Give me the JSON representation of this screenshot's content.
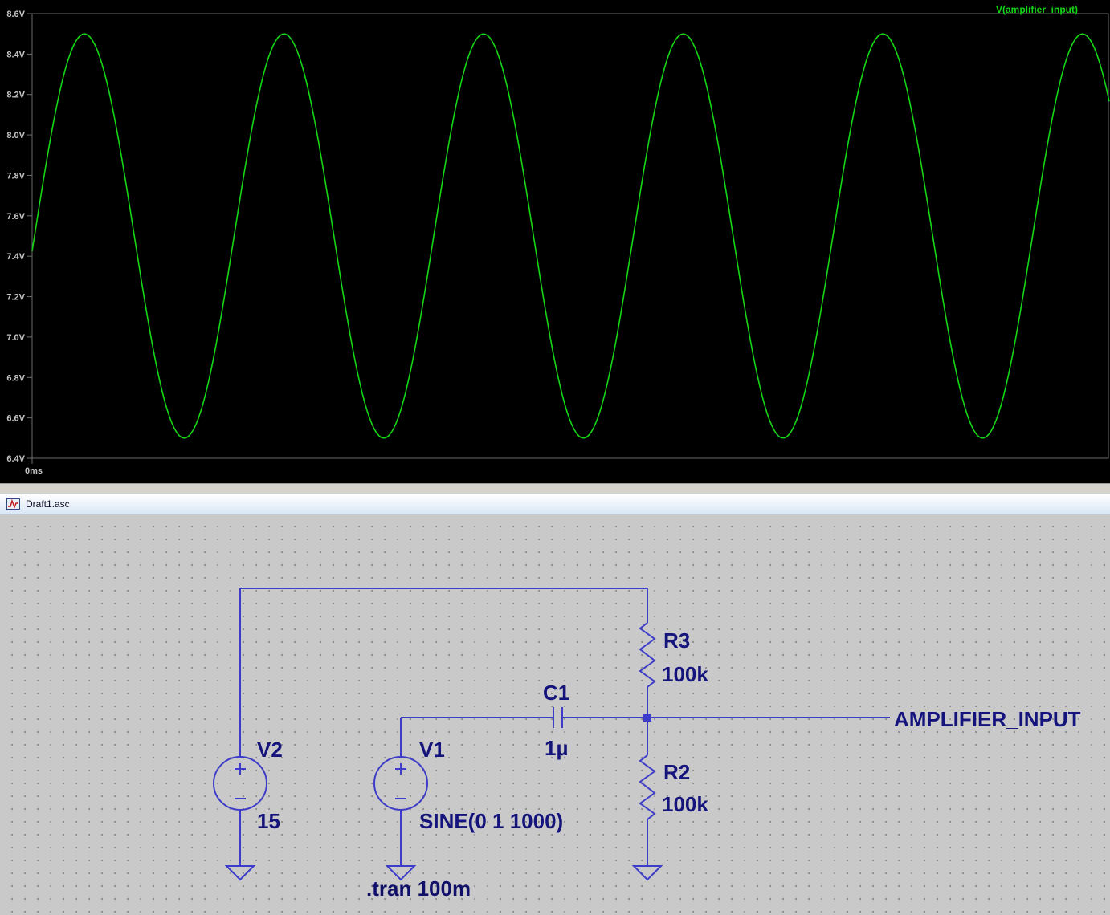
{
  "chart_data": {
    "type": "line",
    "title": "V(amplifier_input)",
    "xlabel": "",
    "ylabel": "",
    "grid": false,
    "legend_position": "top-right",
    "ylim": [
      6.4,
      8.6
    ],
    "y_tick_labels": [
      "8.6V",
      "8.4V",
      "8.2V",
      "8.0V",
      "7.8V",
      "7.6V",
      "7.4V",
      "7.2V",
      "7.0V",
      "6.8V",
      "6.6V",
      "6.4V"
    ],
    "x_tick_labels": [
      "0ms"
    ],
    "series": [
      {
        "name": "V(amplifier_input)",
        "color": "#15d615",
        "waveform": "sine",
        "offset_V": 7.5,
        "amplitude_V": 1.0,
        "frequency_hz": 1000,
        "cycles_visible": 5.4,
        "phase_offset_rad": -0.075
      }
    ]
  },
  "schematic": {
    "window_title": "Draft1.asc",
    "components": [
      {
        "ref": "V2",
        "value": "15",
        "type": "voltage-source"
      },
      {
        "ref": "V1",
        "value": "SINE(0 1 1000)",
        "type": "voltage-source"
      },
      {
        "ref": "C1",
        "value": "1µ",
        "type": "capacitor"
      },
      {
        "ref": "R3",
        "value": "100k",
        "type": "resistor"
      },
      {
        "ref": "R2",
        "value": "100k",
        "type": "resistor"
      }
    ],
    "net_labels": [
      "AMPLIFIER_INPUT"
    ],
    "spice_directive": ".tran 100m",
    "colors": {
      "wire": "#3c3cc8",
      "text": "#14147c",
      "canvas": "#c9c9c9",
      "trace": "#15d615"
    }
  }
}
